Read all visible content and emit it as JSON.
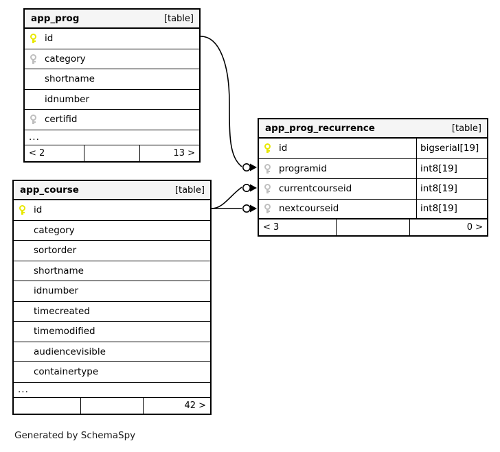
{
  "diagram": {
    "caption": "Generated by SchemaSpy",
    "table_tag": "[table]",
    "ellipsis": "...",
    "colors": {
      "primary_key": "#e8e800",
      "foreign_key": "#bfbfbf",
      "header_background": "#f5f5f5",
      "border": "#000000",
      "background": "#ffffff"
    }
  },
  "tables": [
    {
      "name": "app_prog",
      "tag": "[table]",
      "columns": [
        {
          "name": "id",
          "key": "primary",
          "type": ""
        },
        {
          "name": "category",
          "key": "foreign",
          "type": ""
        },
        {
          "name": "shortname",
          "key": "none",
          "type": ""
        },
        {
          "name": "idnumber",
          "key": "none",
          "type": ""
        },
        {
          "name": "certifid",
          "key": "foreign",
          "type": ""
        }
      ],
      "has_more": true,
      "more_label": "...",
      "footer": {
        "left": "< 2",
        "middle": "",
        "right": "13 >"
      }
    },
    {
      "name": "app_prog_recurrence",
      "tag": "[table]",
      "columns": [
        {
          "name": "id",
          "key": "primary",
          "type": "bigserial[19]"
        },
        {
          "name": "programid",
          "key": "foreign",
          "type": "int8[19]"
        },
        {
          "name": "currentcourseid",
          "key": "foreign",
          "type": "int8[19]"
        },
        {
          "name": "nextcourseid",
          "key": "foreign",
          "type": "int8[19]"
        }
      ],
      "has_more": false,
      "more_label": "",
      "footer": {
        "left": "< 3",
        "middle": "",
        "right": "0 >"
      }
    },
    {
      "name": "app_course",
      "tag": "[table]",
      "columns": [
        {
          "name": "id",
          "key": "primary",
          "type": ""
        },
        {
          "name": "category",
          "key": "none",
          "type": ""
        },
        {
          "name": "sortorder",
          "key": "none",
          "type": ""
        },
        {
          "name": "shortname",
          "key": "none",
          "type": ""
        },
        {
          "name": "idnumber",
          "key": "none",
          "type": ""
        },
        {
          "name": "timecreated",
          "key": "none",
          "type": ""
        },
        {
          "name": "timemodified",
          "key": "none",
          "type": ""
        },
        {
          "name": "audiencevisible",
          "key": "none",
          "type": ""
        },
        {
          "name": "containertype",
          "key": "none",
          "type": ""
        }
      ],
      "has_more": true,
      "more_label": "...",
      "footer": {
        "left": "",
        "middle": "",
        "right": "42 >"
      }
    }
  ],
  "relationships": [
    {
      "from_table": "app_prog",
      "from_column": "id",
      "to_table": "app_prog_recurrence",
      "to_column": "programid"
    },
    {
      "from_table": "app_course",
      "from_column": "id",
      "to_table": "app_prog_recurrence",
      "to_column": "currentcourseid"
    },
    {
      "from_table": "app_course",
      "from_column": "id",
      "to_table": "app_prog_recurrence",
      "to_column": "nextcourseid"
    }
  ]
}
